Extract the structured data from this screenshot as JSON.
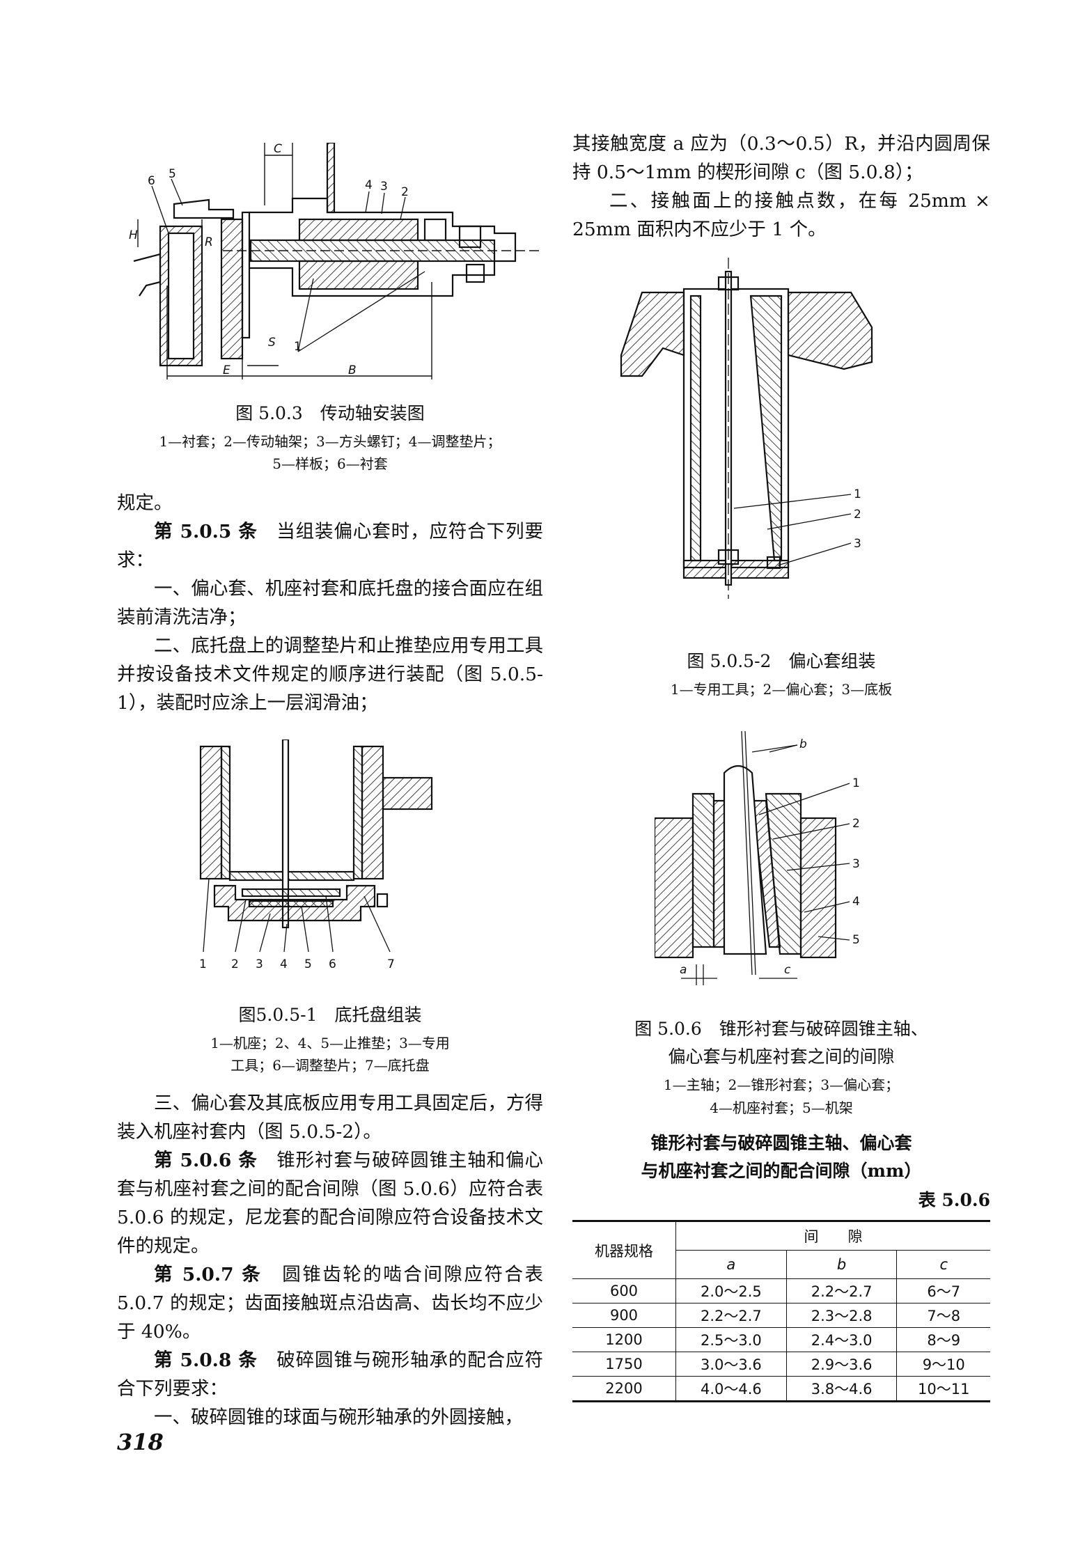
{
  "left": {
    "fig503": {
      "labels": {
        "c": "C",
        "h": "H",
        "r": "R",
        "e": "E",
        "s": "S",
        "b": "B",
        "n1": "1",
        "n2": "2",
        "n3": "3",
        "n4": "4",
        "n5": "5",
        "n6": "6"
      },
      "caption": "图 5.0.3　传动轴安装图",
      "legend1": "1—衬套；2—传动轴架；3—方头螺钉；4—调整垫片；",
      "legend2": "5—样板；6—衬套"
    },
    "p_guiding": "规定。",
    "s505_num": "第 5.0.5 条",
    "s505_text": "　当组装偏心套时，应符合下列要求：",
    "s505_i1": "一、偏心套、机座衬套和底托盘的接合面应在组装前清洗洁净；",
    "s505_i2": "二、底托盘上的调整垫片和止推垫应用专用工具并按设备技术文件规定的顺序进行装配（图 5.0.5-1），装配时应涂上一层润滑油；",
    "fig5051": {
      "labels": [
        "1",
        "2",
        "3",
        "4",
        "5",
        "6",
        "7"
      ],
      "caption": "图5.0.5-1　底托盘组装",
      "legend1": "1—机座；2、4、5—止推垫；3—专用",
      "legend2": "工具；6—调整垫片；7—底托盘"
    },
    "s505_i3": "三、偏心套及其底板应用专用工具固定后，方得装入机座衬套内（图 5.0.5-2）。",
    "s506_num": "第 5.0.6 条",
    "s506_text": "　锥形衬套与破碎圆锥主轴和偏心套与机座衬套之间的配合间隙（图 5.0.6）应符合表 5.0.6 的规定，尼龙套的配合间隙应符合设备技术文件的规定。",
    "s507_num": "第 5.0.7 条",
    "s507_text": "　圆锥齿轮的啮合间隙应符合表 5.0.7 的规定；齿面接触斑点沿齿高、齿长均不应少于 40%。",
    "s508_num": "第 5.0.8 条",
    "s508_text": "　破碎圆锥与碗形轴承的配合应符合下列要求：",
    "s508_i1": "一、破碎圆锥的球面与碗形轴承的外圆接触，"
  },
  "right": {
    "p_cont1": "其接触宽度 a 应为（0.3～0.5）R，并沿内圆周保持 0.5～1mm 的楔形间隙 c（图 5.0.8）；",
    "p_cont2": "二、接触面上的接触点数，在每 25mm × 25mm 面积内不应少于 1 个。",
    "fig5052": {
      "labels": [
        "1",
        "2",
        "3"
      ],
      "caption": "图 5.0.5-2　偏心套组装",
      "legend": "1—专用工具；2—偏心套；3—底板"
    },
    "fig506": {
      "labels": {
        "a": "a",
        "b": "b",
        "c": "c",
        "n1": "1",
        "n2": "2",
        "n3": "3",
        "n4": "4",
        "n5": "5"
      },
      "caption1": "图 5.0.6　锥形衬套与破碎圆锥主轴、",
      "caption2": "偏心套与机座衬套之间的间隙",
      "legend1": "1—主轴；2—锥形衬套；3—偏心套；",
      "legend2": "4—机座衬套；5—机架"
    },
    "table": {
      "title1": "锥形衬套与破碎圆锥主轴、偏心套",
      "title2": "与机座衬套之间的配合间隙（mm）",
      "number": "表 5.0.6",
      "header_spec": "机器规格",
      "header_gap": "间　　隙",
      "cols": [
        "a",
        "b",
        "c"
      ],
      "rows": [
        [
          "600",
          "2.0～2.5",
          "2.2～2.7",
          "6～7"
        ],
        [
          "900",
          "2.2～2.7",
          "2.3～2.8",
          "7～8"
        ],
        [
          "1200",
          "2.5～3.0",
          "2.4～3.0",
          "8～9"
        ],
        [
          "1750",
          "3.0～3.6",
          "2.9～3.6",
          "9～10"
        ],
        [
          "2200",
          "4.0～4.6",
          "3.8～4.6",
          "10～11"
        ]
      ]
    }
  },
  "page_number": "318"
}
